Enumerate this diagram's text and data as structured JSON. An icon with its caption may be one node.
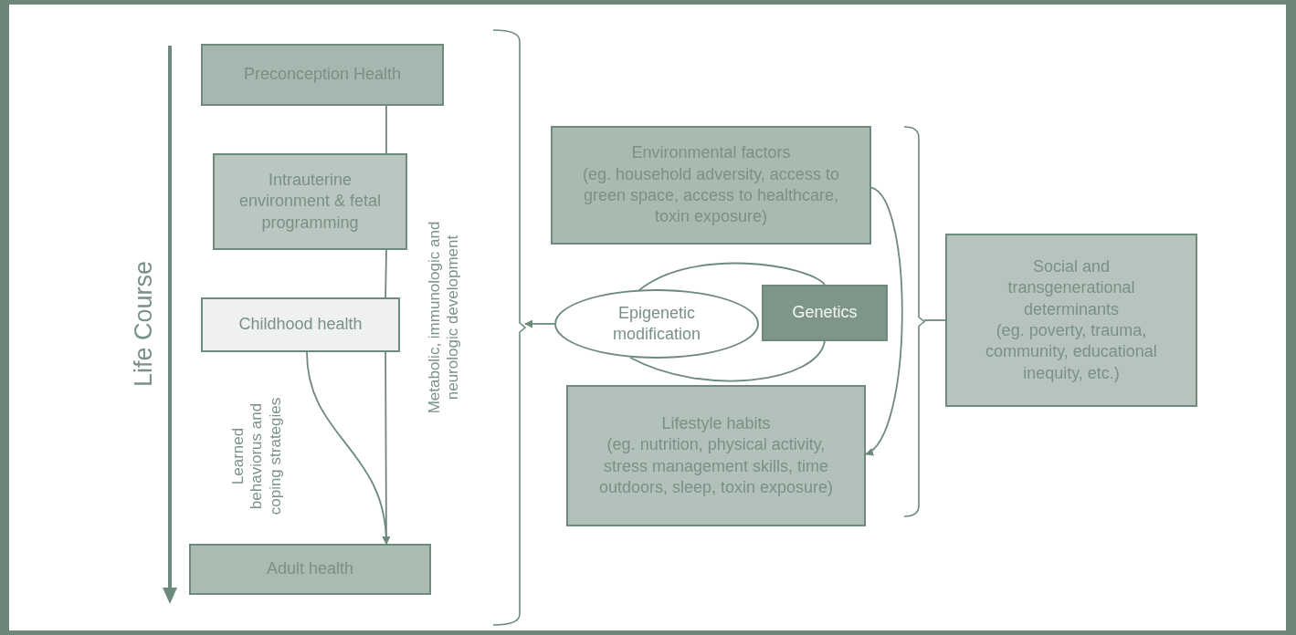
{
  "diagram": {
    "nodes": [
      {
        "text": [
          "Preconception Health"
        ]
      },
      {
        "text": [
          "Intrauterine environment & fetal programming"
        ]
      },
      {
        "text": [
          "Childhood health"
        ]
      },
      {
        "text": [
          "Adult health"
        ]
      },
      {
        "text": [
          "Environmental factors",
          "(eg. household adversity, access to green space, access to healthcare, toxin exposure)"
        ]
      },
      {
        "text": [
          "Epigenetic modification"
        ]
      },
      {
        "text": [
          "Genetics"
        ]
      },
      {
        "text": [
          "Lifestyle habits",
          "(eg. nutrition, physical activity, stress management skills, time outdoors, sleep, toxin exposure)"
        ]
      },
      {
        "text": [
          "Social and transgenerational determinants",
          "(eg. poverty, trauma, community, educational inequity, etc.)"
        ]
      },
      {
        "text": [],
        "shape": "bracket"
      },
      {
        "text": [],
        "shape": "bracket"
      }
    ],
    "edges": [
      {
        "from": 0,
        "to": 1,
        "arrow": "none"
      },
      {
        "from": 1,
        "to": 2,
        "arrow": "none"
      },
      {
        "from": 2,
        "to": 3,
        "arrow": "to",
        "label": "Metabolic, immunologic and neurologic development"
      },
      {
        "from": 2,
        "to": 3,
        "arrow": "to",
        "label": "Learned behaviorus and coping strategies"
      },
      {
        "from": 4,
        "to": 7,
        "arrow": "to"
      },
      {
        "from": 5,
        "to": 6,
        "arrow": "none"
      },
      {
        "from": 5,
        "to": 6,
        "arrow": "none"
      },
      {
        "from": 5,
        "to": 9,
        "arrow": "to"
      },
      {
        "from": 10,
        "to": 8,
        "arrow": "none"
      }
    ],
    "labels": [
      "Life Course"
    ]
  }
}
